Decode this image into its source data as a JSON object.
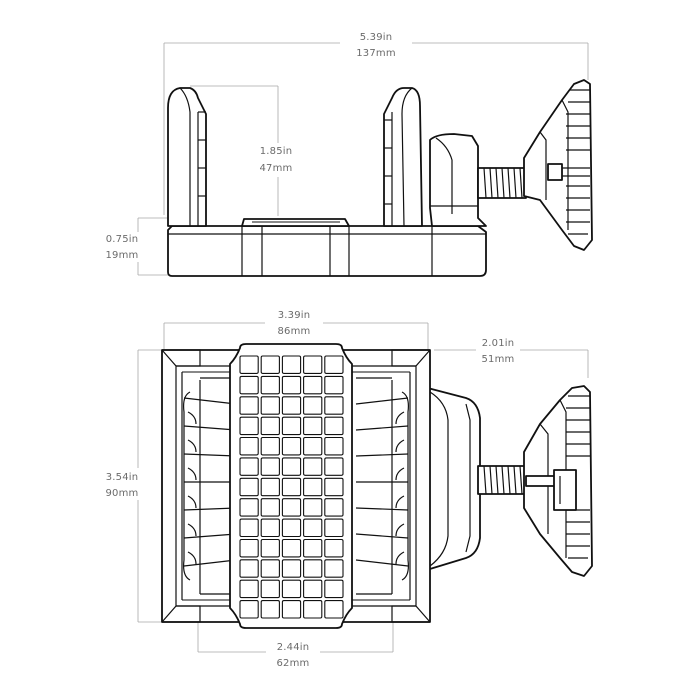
{
  "dimensions": {
    "overall_length": {
      "imperial": "5.39in",
      "metric": "137mm"
    },
    "arm_height": {
      "imperial": "1.85in",
      "metric": "47mm"
    },
    "base_height": {
      "imperial": "0.75in",
      "metric": "19mm"
    },
    "cradle_width": {
      "imperial": "3.39in",
      "metric": "86mm"
    },
    "knob_depth": {
      "imperial": "2.01in",
      "metric": "51mm"
    },
    "cradle_depth": {
      "imperial": "3.54in",
      "metric": "90mm"
    },
    "pad_width": {
      "imperial": "2.44in",
      "metric": "62mm"
    }
  },
  "colors": {
    "outline": "#111111",
    "dimension_line": "#a8a8a8",
    "dimension_text": "#6b6b6b"
  }
}
